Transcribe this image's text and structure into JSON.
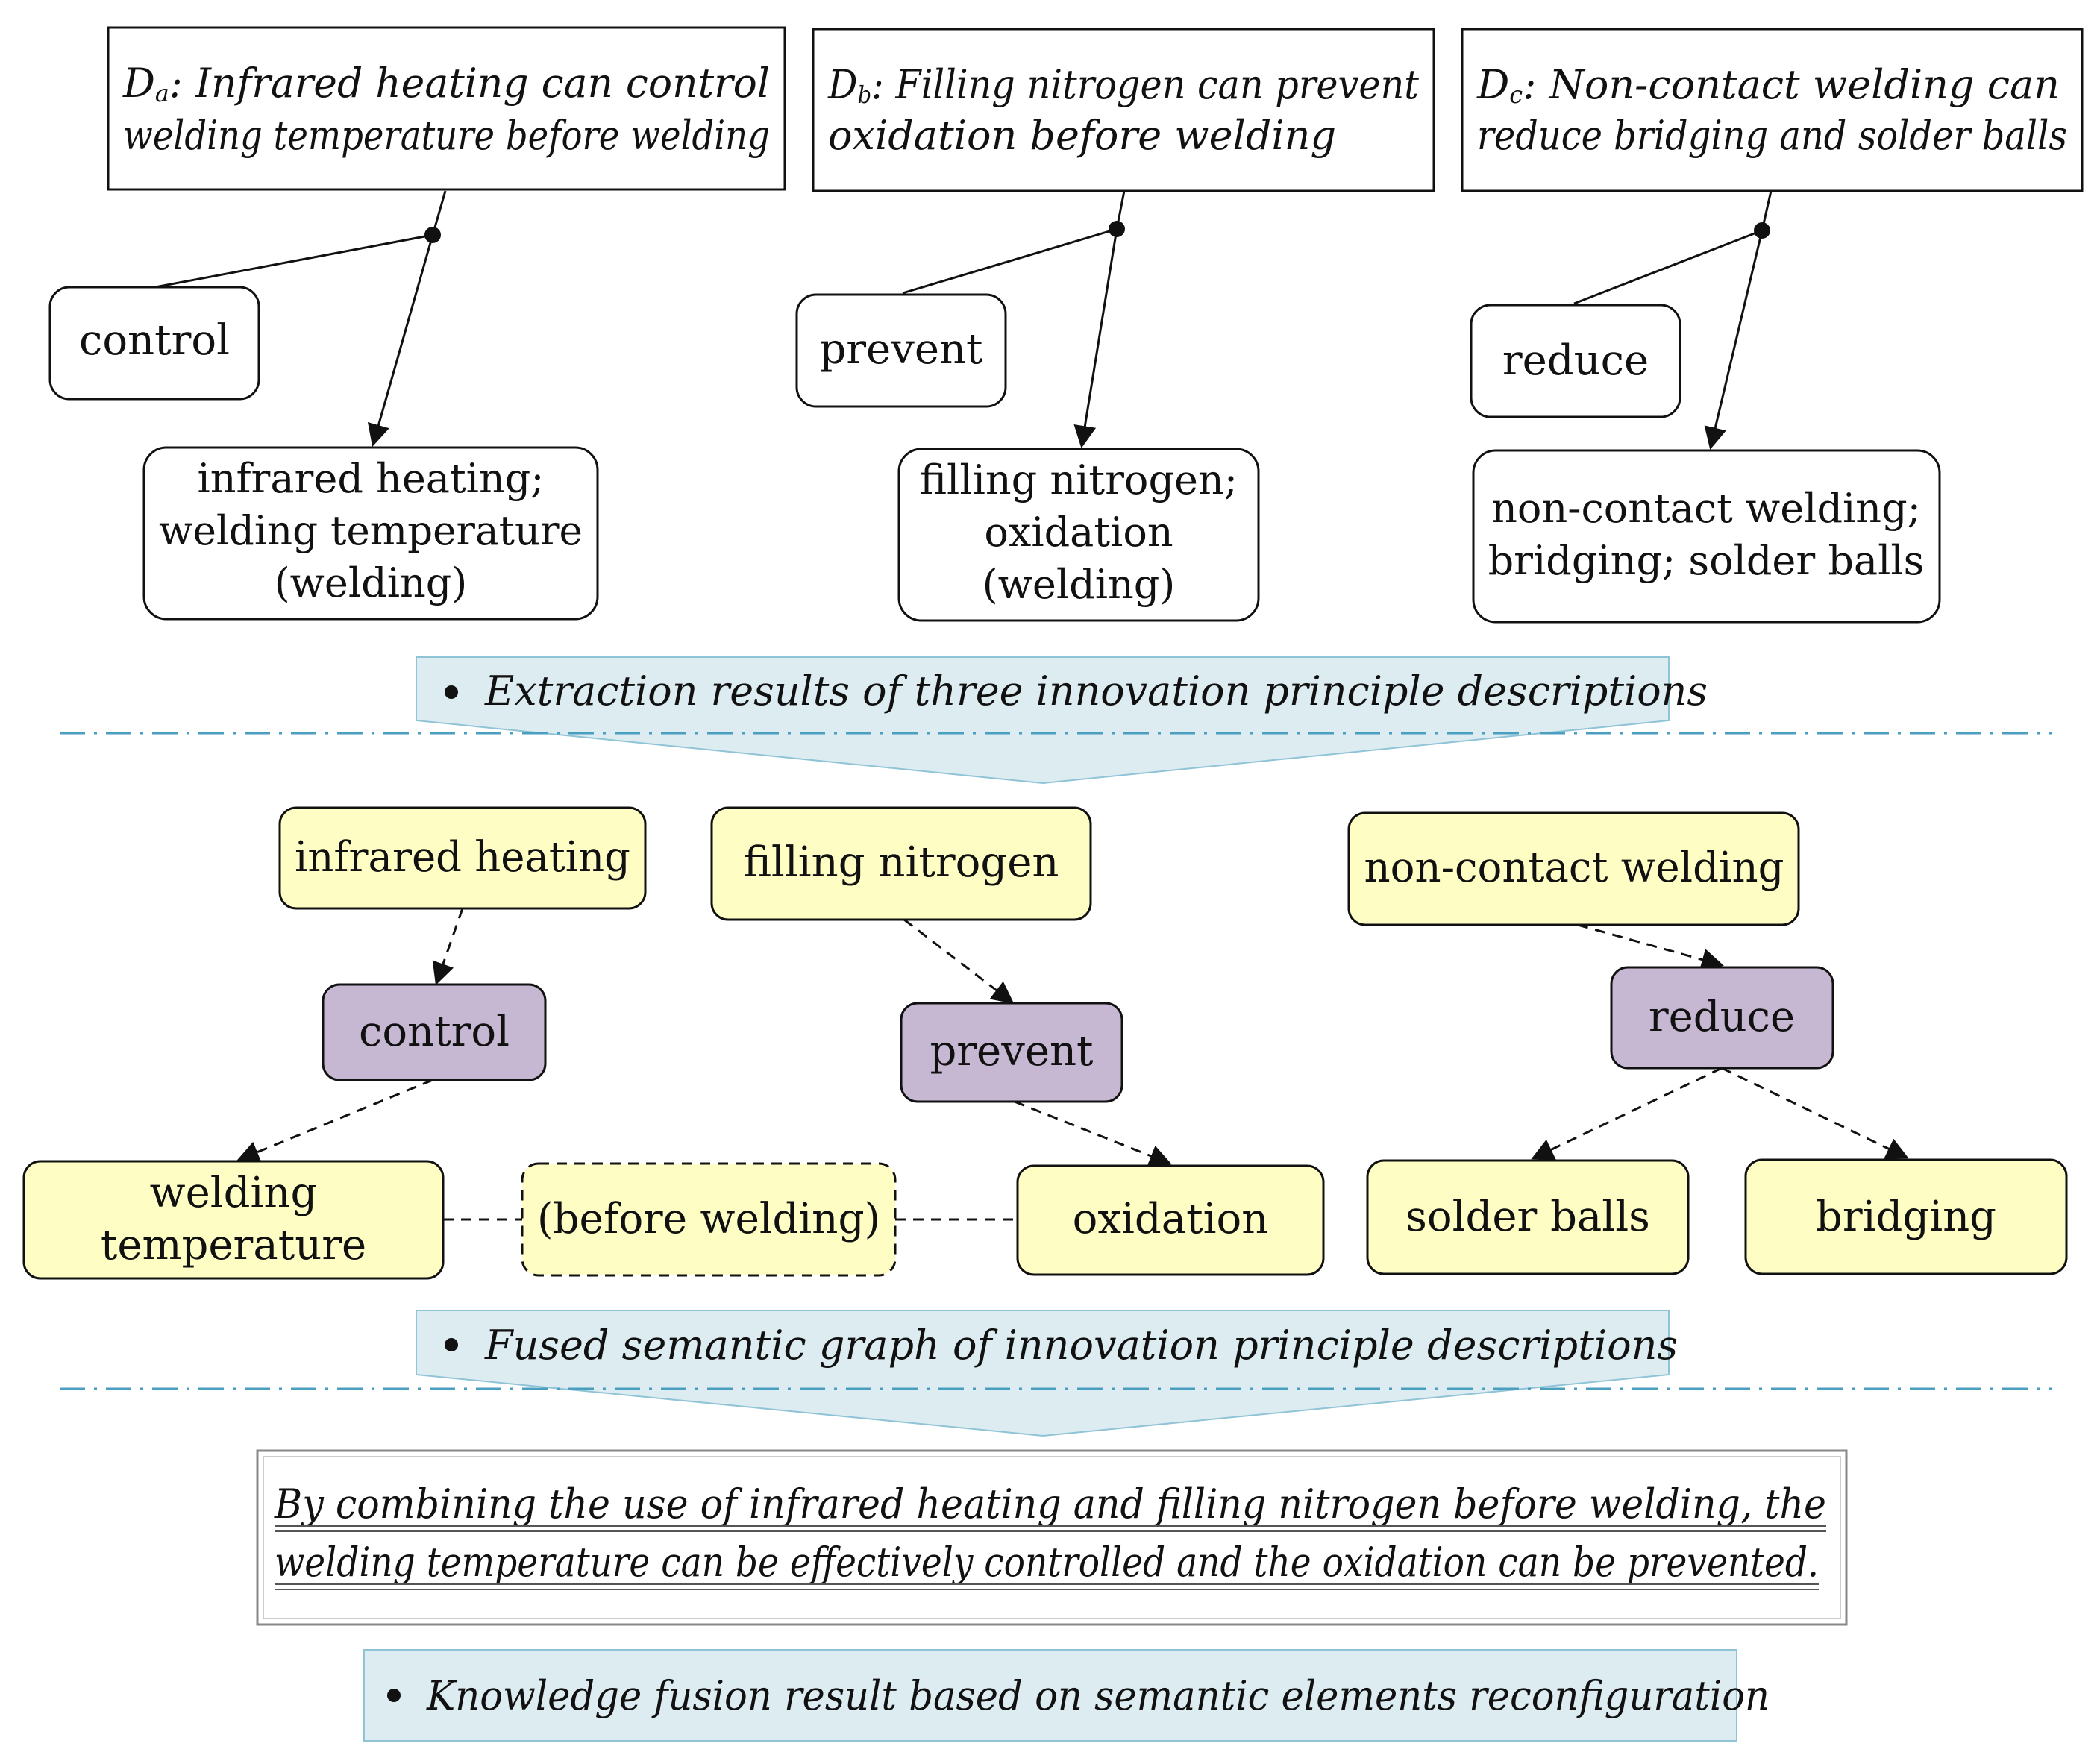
{
  "colors": {
    "node_yellow": "#fdfdc4",
    "node_purple": "#c6b8d3",
    "banner_blue": "#dcecf1",
    "separator_blue": "#4a9ec0",
    "stroke": "#111111"
  },
  "descriptions": [
    {
      "letter": "D",
      "sub": "a",
      "line1": ": Infrared heating can control",
      "line2": "welding temperature before welding"
    },
    {
      "letter": "D",
      "sub": "b",
      "line1": ": Filling nitrogen can prevent",
      "line2": "oxidation before welding"
    },
    {
      "letter": "D",
      "sub": "c",
      "line1": ": Non-contact welding can",
      "line2": "reduce bridging and solder balls"
    }
  ],
  "extraction": {
    "a": {
      "action": "control",
      "objects": [
        "infrared heating;",
        "welding temperature",
        "(welding)"
      ]
    },
    "b": {
      "action": "prevent",
      "objects": [
        "filling nitrogen;",
        "oxidation",
        "(welding)"
      ]
    },
    "c": {
      "action": "reduce",
      "objects": [
        "non-contact welding;",
        "bridging; solder balls"
      ]
    }
  },
  "banners": {
    "extraction": "Extraction results of three innovation principle descriptions",
    "fused": "Fused semantic graph of  innovation principle descriptions",
    "fusion": "Knowledge fusion result based on semantic elements reconfiguration"
  },
  "graph": {
    "infrared_heating": "infrared heating",
    "filling_nitrogen": "filling nitrogen",
    "non_contact_welding": "non-contact welding",
    "control": "control",
    "prevent": "prevent",
    "reduce": "reduce",
    "welding_temperature": [
      "welding",
      "temperature"
    ],
    "before_welding": "(before welding)",
    "oxidation": "oxidation",
    "solder_balls": "solder balls",
    "bridging": "bridging"
  },
  "result": {
    "line1": "By  combining  the  use  of  infrared  heating  and  filling  nitrogen  before  welding,  the",
    "line2": "welding temperature can be effectively controlled and the oxidation can be prevented."
  }
}
